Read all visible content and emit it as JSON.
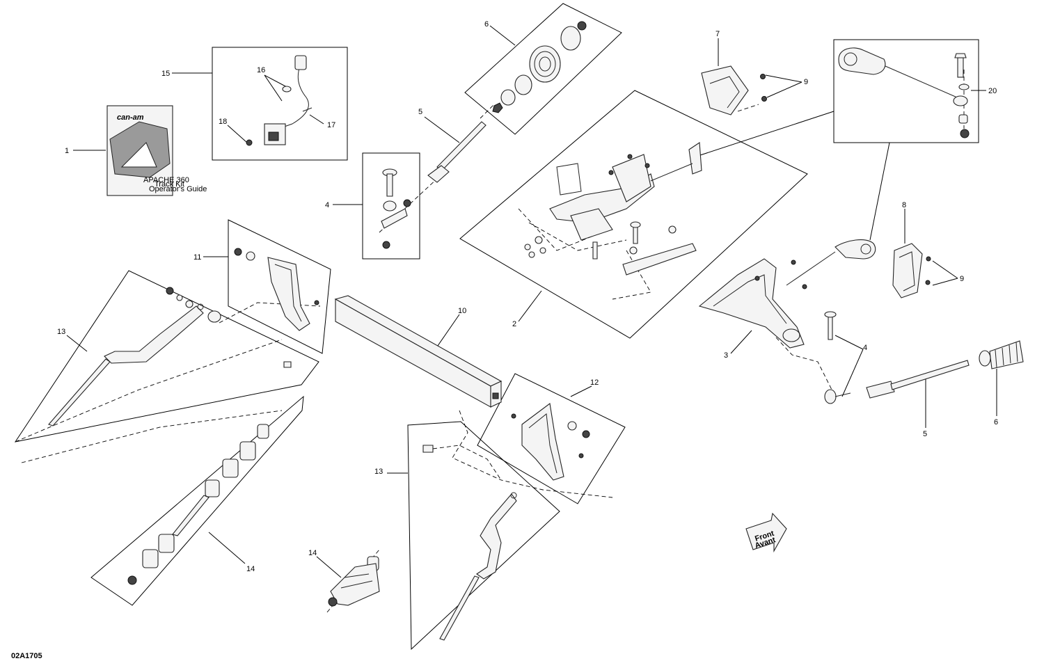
{
  "diagram": {
    "code": "02A1705",
    "callouts": {
      "c1": "1",
      "c2": "2",
      "c3": "3",
      "c4a": "4",
      "c4b": "4",
      "c5a": "5",
      "c5b": "5",
      "c6a": "6",
      "c6b": "6",
      "c7": "7",
      "c8": "8",
      "c9a": "9",
      "c9b": "9",
      "c10": "10",
      "c11": "11",
      "c12": "12",
      "c13a": "13",
      "c13b": "13",
      "c14a": "14",
      "c14b": "14",
      "c15": "15",
      "c16": "16",
      "c17": "17",
      "c18": "18",
      "c20": "20"
    },
    "manual": {
      "brand": "can-am",
      "model": "APACHE 360",
      "subtitle": "Track Kit",
      "guide": "Operator's Guide"
    },
    "front_arrow": {
      "line1": "Front",
      "line2": "Avant"
    }
  }
}
